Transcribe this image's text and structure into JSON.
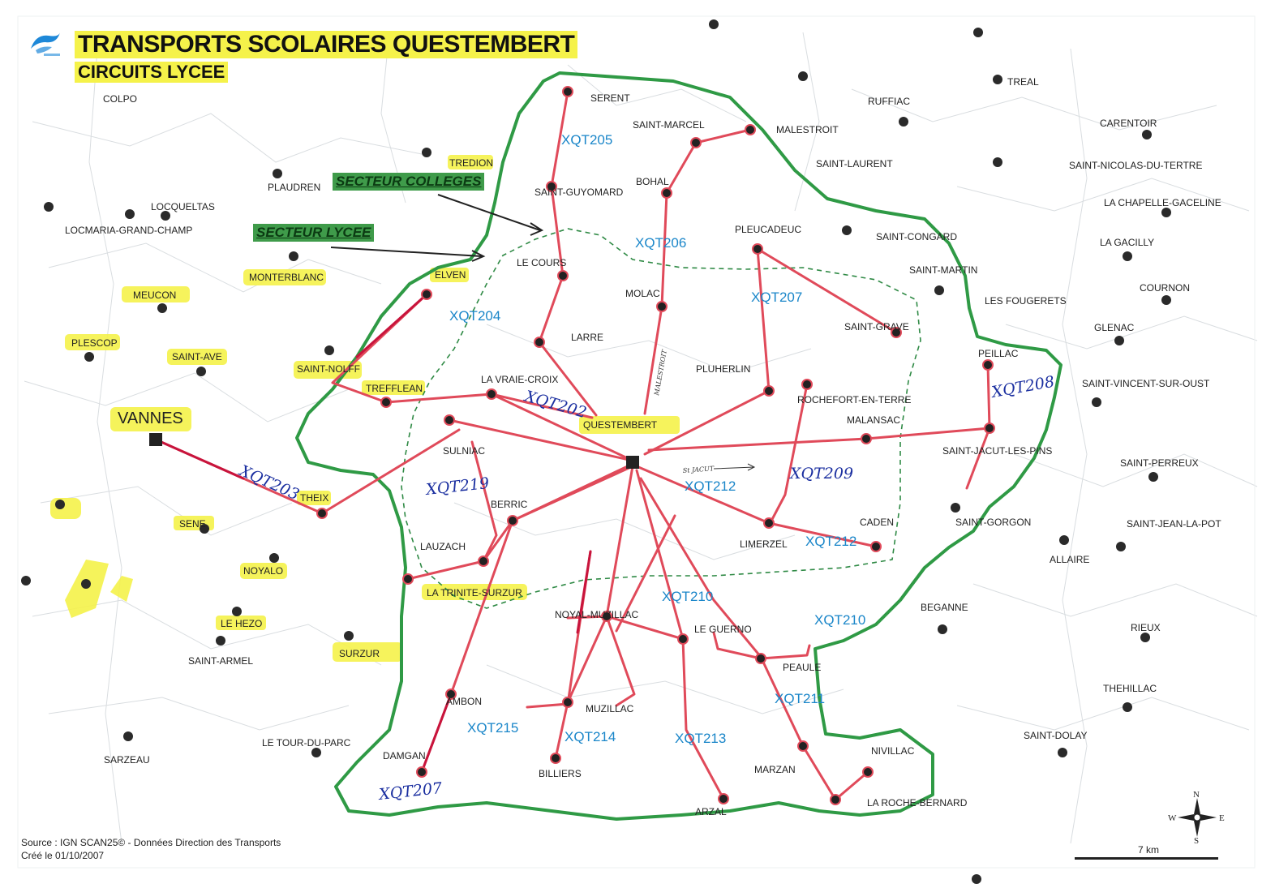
{
  "header": {
    "title": "TRANSPORTS SCOLAIRES QUESTEMBERT",
    "subtitle": "CIRCUITS LYCEE"
  },
  "legend": {
    "colleges": "SECTEUR COLLEGES",
    "lycee": "SECTEUR LYCEE"
  },
  "footer": {
    "source": "Source : IGN SCAN25© - Données Direction des Transports",
    "created": "Créé le 01/10/2007"
  },
  "scale": {
    "label": "7 km"
  },
  "compass": {
    "n": "N",
    "s": "S",
    "e": "E",
    "w": "W"
  },
  "colors": {
    "route_red": "#e04a5a",
    "boundary_green": "#2f9a45",
    "sector_dashed": "#2f8a45",
    "highlight_yellow": "#f5f24a",
    "route_label_blue": "#1a86c9"
  },
  "places": [
    {
      "name": "COLPO",
      "highlight": false
    },
    {
      "name": "SERENT",
      "highlight": false
    },
    {
      "name": "SAINT-MARCEL",
      "highlight": false
    },
    {
      "name": "MALESTROIT",
      "highlight": false
    },
    {
      "name": "RUFFIAC",
      "highlight": false
    },
    {
      "name": "TREAL",
      "highlight": false
    },
    {
      "name": "CARENTOIR",
      "highlight": false
    },
    {
      "name": "SAINT-NICOLAS-DU-TERTRE",
      "highlight": false
    },
    {
      "name": "LA CHAPELLE-GACELINE",
      "highlight": false
    },
    {
      "name": "LA GACILLY",
      "highlight": false
    },
    {
      "name": "COURNON",
      "highlight": false
    },
    {
      "name": "GLENAC",
      "highlight": false
    },
    {
      "name": "SAINT-VINCENT-SUR-OUST",
      "highlight": false
    },
    {
      "name": "SAINT-PERREUX",
      "highlight": false
    },
    {
      "name": "SAINT-JEAN-LA-POT",
      "highlight": false
    },
    {
      "name": "ALLAIRE",
      "highlight": false
    },
    {
      "name": "RIEUX",
      "highlight": false
    },
    {
      "name": "THEHILLAC",
      "highlight": false
    },
    {
      "name": "SAINT-DOLAY",
      "highlight": false
    },
    {
      "name": "TREDION",
      "highlight": true
    },
    {
      "name": "PLAUDREN",
      "highlight": false
    },
    {
      "name": "LOCQUELTAS",
      "highlight": false
    },
    {
      "name": "LOCMARIA-GRAND-CHAMP",
      "highlight": false
    },
    {
      "name": "MONTERBLANC",
      "highlight": true
    },
    {
      "name": "MEUCON",
      "highlight": true
    },
    {
      "name": "PLESCOP",
      "highlight": true
    },
    {
      "name": "SAINT-AVE",
      "highlight": true
    },
    {
      "name": "SAINT-NOLFF",
      "highlight": true
    },
    {
      "name": "ELVEN",
      "highlight": true
    },
    {
      "name": "TREFFLEAN",
      "highlight": true
    },
    {
      "name": "VANNES",
      "highlight": true
    },
    {
      "name": "THEIX",
      "highlight": true
    },
    {
      "name": "SENE",
      "highlight": true
    },
    {
      "name": "NOYALO",
      "highlight": true
    },
    {
      "name": "LE HEZO",
      "highlight": true
    },
    {
      "name": "SAINT-ARMEL",
      "highlight": false
    },
    {
      "name": "SURZUR",
      "highlight": true
    },
    {
      "name": "SARZEAU",
      "highlight": false
    },
    {
      "name": "LE TOUR-DU-PARC",
      "highlight": false
    },
    {
      "name": "SAINT-GUYOMARD",
      "highlight": false
    },
    {
      "name": "BOHAL",
      "highlight": false
    },
    {
      "name": "SAINT-LAURENT",
      "highlight": false
    },
    {
      "name": "SAINT-CONGARD",
      "highlight": false
    },
    {
      "name": "SAINT-MARTIN",
      "highlight": false
    },
    {
      "name": "LES FOUGERETS",
      "highlight": false
    },
    {
      "name": "PLEUCADEUC",
      "highlight": false
    },
    {
      "name": "LE COURS",
      "highlight": false
    },
    {
      "name": "MOLAC",
      "highlight": false
    },
    {
      "name": "LARRE",
      "highlight": false
    },
    {
      "name": "SAINT-GRAVE",
      "highlight": false
    },
    {
      "name": "PEILLAC",
      "highlight": false
    },
    {
      "name": "LA VRAIE-CROIX",
      "highlight": false
    },
    {
      "name": "PLUHERLIN",
      "highlight": false
    },
    {
      "name": "ROCHEFORT-EN-TERRE",
      "highlight": false
    },
    {
      "name": "MALANSAC",
      "highlight": false
    },
    {
      "name": "SAINT-JACUT-LES-PINS",
      "highlight": false
    },
    {
      "name": "QUESTEMBERT",
      "highlight": true
    },
    {
      "name": "SULNIAC",
      "highlight": false
    },
    {
      "name": "BERRIC",
      "highlight": false
    },
    {
      "name": "LAUZACH",
      "highlight": false
    },
    {
      "name": "LA TRINITE-SURZUR",
      "highlight": true
    },
    {
      "name": "SAINT-GORGON",
      "highlight": false
    },
    {
      "name": "CADEN",
      "highlight": false
    },
    {
      "name": "LIMERZEL",
      "highlight": false
    },
    {
      "name": "NOYAL-MUZILLAC",
      "highlight": false
    },
    {
      "name": "LE GUERNO",
      "highlight": false
    },
    {
      "name": "BEGANNE",
      "highlight": false
    },
    {
      "name": "PEAULE",
      "highlight": false
    },
    {
      "name": "AMBON",
      "highlight": false
    },
    {
      "name": "MUZILLAC",
      "highlight": false
    },
    {
      "name": "DAMGAN",
      "highlight": false
    },
    {
      "name": "BILLIERS",
      "highlight": false
    },
    {
      "name": "ARZAL",
      "highlight": false
    },
    {
      "name": "MARZAN",
      "highlight": false
    },
    {
      "name": "NIVILLAC",
      "highlight": false
    },
    {
      "name": "LA ROCHE-BERNARD",
      "highlight": false
    }
  ],
  "routes": [
    {
      "code": "XQT205",
      "style": "printed"
    },
    {
      "code": "XQT206",
      "style": "printed"
    },
    {
      "code": "XQT207",
      "style": "printed"
    },
    {
      "code": "XQT204",
      "style": "printed"
    },
    {
      "code": "XQT202",
      "style": "handwritten"
    },
    {
      "code": "XQT208",
      "style": "handwritten"
    },
    {
      "code": "XQT209",
      "style": "handwritten"
    },
    {
      "code": "XQT212",
      "style": "printed"
    },
    {
      "code": "XQT212",
      "style": "printed"
    },
    {
      "code": "XQT203",
      "style": "handwritten"
    },
    {
      "code": "XQT219",
      "style": "handwritten"
    },
    {
      "code": "XQT210",
      "style": "printed"
    },
    {
      "code": "XQT210",
      "style": "printed"
    },
    {
      "code": "XQT211",
      "style": "printed"
    },
    {
      "code": "XQT215",
      "style": "printed"
    },
    {
      "code": "XQT214",
      "style": "printed"
    },
    {
      "code": "XQT213",
      "style": "printed"
    },
    {
      "code": "XQT207",
      "style": "handwritten"
    }
  ],
  "annotations": {
    "malestroit_note": "MALESTROIT",
    "stjacut_note": "St JACUT"
  }
}
